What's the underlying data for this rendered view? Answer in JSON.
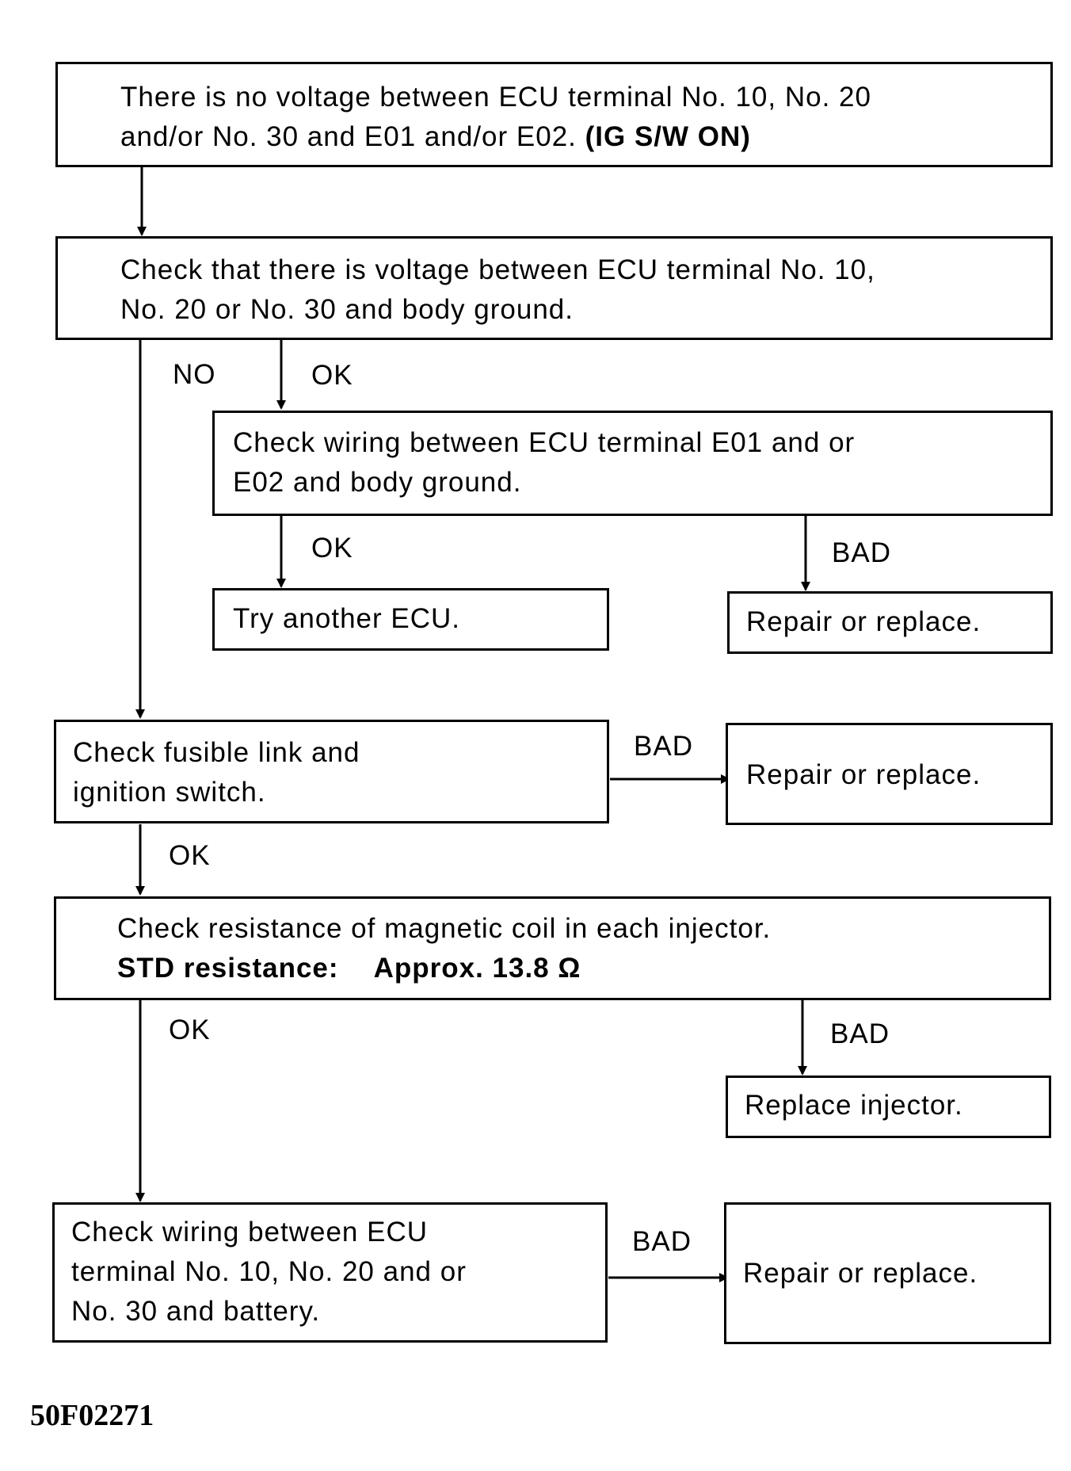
{
  "boxes": {
    "b1": {
      "line1": "There is no voltage between ECU terminal No. 10, No. 20",
      "line2_prefix": "and/or No. 30 and E01 and/or E02. ",
      "line2_bold": "(IG S/W ON)"
    },
    "b2": {
      "line1": "Check that there is voltage between ECU terminal No. 10,",
      "line2": "No. 20 or No. 30 and body ground."
    },
    "b3": {
      "line1": "Check wiring between ECU terminal E01 and or",
      "line2": "E02 and body ground."
    },
    "b4": {
      "line1": "Try another ECU."
    },
    "b5": {
      "line1": "Repair or replace."
    },
    "b6": {
      "line1": "Check fusible link and",
      "line2": "ignition switch."
    },
    "b7": {
      "line1": "Repair or replace."
    },
    "b8": {
      "line1": "Check resistance of magnetic coil in each injector.",
      "std_label": "STD resistance:",
      "std_value": "Approx. 13.8 Ω"
    },
    "b9": {
      "line1": "Replace injector."
    },
    "b10": {
      "line1": "Check wiring between ECU",
      "line2": "terminal No. 10, No. 20 and or",
      "line3": "No. 30 and battery."
    },
    "b11": {
      "line1": "Repair or replace."
    }
  },
  "labels": {
    "no_1": "NO",
    "ok_1": "OK",
    "ok_2": "OK",
    "bad_1": "BAD",
    "bad_2": "BAD",
    "ok_3": "OK",
    "ok_4": "OK",
    "bad_3": "BAD",
    "bad_4": "BAD"
  },
  "figure_id": "50F02271"
}
